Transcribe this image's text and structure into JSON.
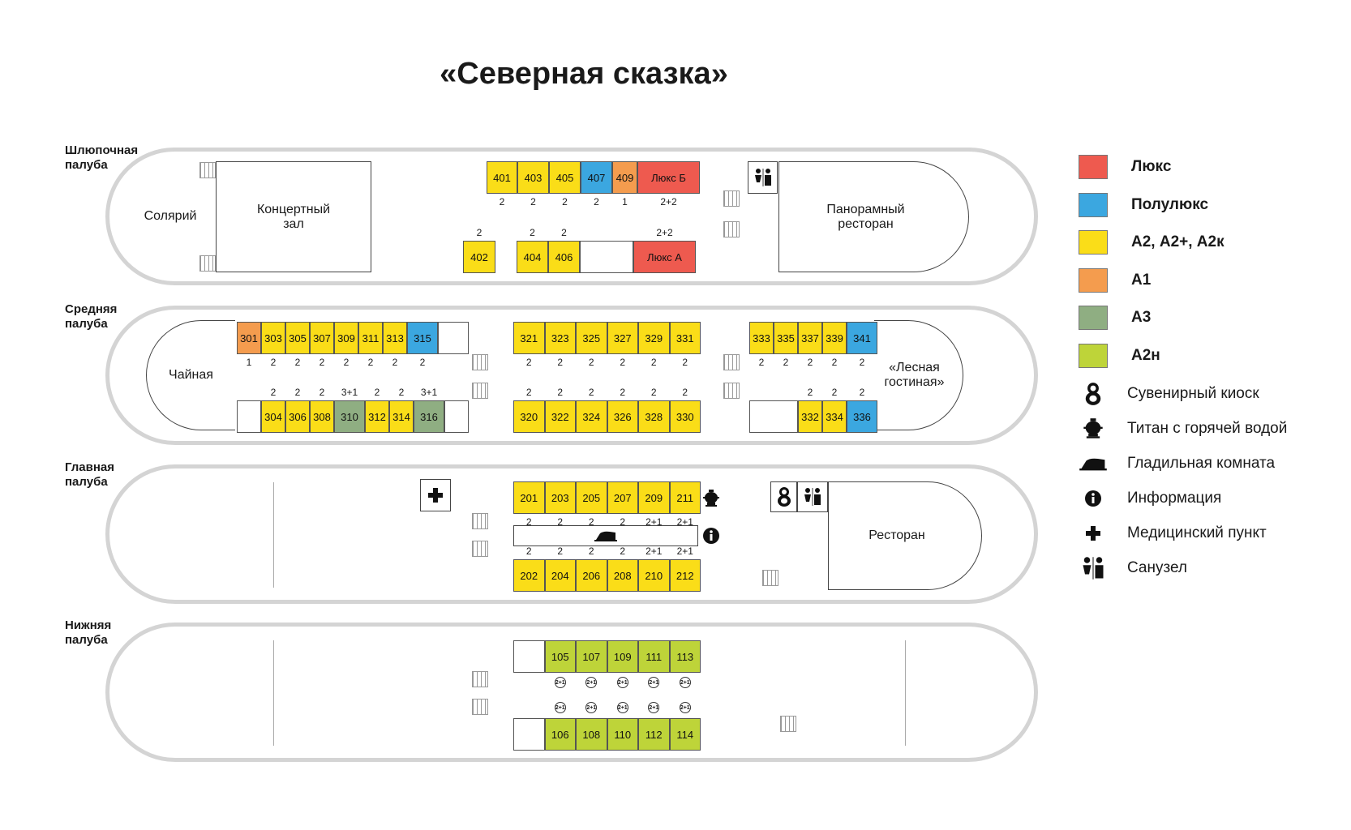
{
  "title": "«Северная сказка»",
  "colors": {
    "lux": "#ee5a4f",
    "semi_lux": "#3ba7e0",
    "a2": "#fadd18",
    "a1": "#f49c4e",
    "a3": "#8fae82",
    "a2n": "#bed439"
  },
  "decks": {
    "boat": {
      "label": "Шлюпочная палуба",
      "areas": {
        "solarium": "Солярий",
        "concert": "Концертный зал",
        "panoramic": "Панорамный ресторан"
      },
      "top_row": [
        {
          "num": "401",
          "cat": "a2",
          "berth": "2"
        },
        {
          "num": "403",
          "cat": "a2",
          "berth": "2"
        },
        {
          "num": "405",
          "cat": "a2",
          "berth": "2"
        },
        {
          "num": "407",
          "cat": "semi_lux",
          "berth": "2"
        },
        {
          "num": "409",
          "cat": "a1",
          "berth": "1"
        },
        {
          "num": "Люкс Б",
          "cat": "lux",
          "berth": "2+2"
        }
      ],
      "bottom_row": [
        {
          "num": "402",
          "cat": "a2",
          "berth": "2"
        },
        {
          "num": "404",
          "cat": "a2",
          "berth": "2"
        },
        {
          "num": "406",
          "cat": "a2",
          "berth": "2"
        },
        {
          "num": "",
          "cat": "none",
          "berth": ""
        },
        {
          "num": "Люкс А",
          "cat": "lux",
          "berth": "2+2"
        }
      ]
    },
    "middle": {
      "label": "Средняя палуба",
      "areas": {
        "tea": "Чайная",
        "forest": "«Лесная гостиная»"
      },
      "top_left": [
        {
          "num": "301",
          "cat": "a1",
          "berth": "1"
        },
        {
          "num": "303",
          "cat": "a2",
          "berth": "2"
        },
        {
          "num": "305",
          "cat": "a2",
          "berth": "2"
        },
        {
          "num": "307",
          "cat": "a2",
          "berth": "2"
        },
        {
          "num": "309",
          "cat": "a2",
          "berth": "2"
        },
        {
          "num": "311",
          "cat": "a2",
          "berth": "2"
        },
        {
          "num": "313",
          "cat": "a2",
          "berth": "2"
        },
        {
          "num": "315",
          "cat": "semi_lux",
          "berth": "2"
        },
        {
          "num": "",
          "cat": "none",
          "berth": ""
        }
      ],
      "bottom_left": [
        {
          "num": "",
          "cat": "none",
          "berth": ""
        },
        {
          "num": "304",
          "cat": "a2",
          "berth": "2"
        },
        {
          "num": "306",
          "cat": "a2",
          "berth": "2"
        },
        {
          "num": "308",
          "cat": "a2",
          "berth": "2"
        },
        {
          "num": "310",
          "cat": "a3",
          "berth": "3+1"
        },
        {
          "num": "312",
          "cat": "a2",
          "berth": "2"
        },
        {
          "num": "314",
          "cat": "a2",
          "berth": "2"
        },
        {
          "num": "316",
          "cat": "a3",
          "berth": "3+1"
        },
        {
          "num": "",
          "cat": "none",
          "berth": ""
        }
      ],
      "top_center": [
        {
          "num": "321",
          "cat": "a2",
          "berth": "2"
        },
        {
          "num": "323",
          "cat": "a2",
          "berth": "2"
        },
        {
          "num": "325",
          "cat": "a2",
          "berth": "2"
        },
        {
          "num": "327",
          "cat": "a2",
          "berth": "2"
        },
        {
          "num": "329",
          "cat": "a2",
          "berth": "2"
        },
        {
          "num": "331",
          "cat": "a2",
          "berth": "2"
        }
      ],
      "bottom_center": [
        {
          "num": "320",
          "cat": "a2",
          "berth": "2"
        },
        {
          "num": "322",
          "cat": "a2",
          "berth": "2"
        },
        {
          "num": "324",
          "cat": "a2",
          "berth": "2"
        },
        {
          "num": "326",
          "cat": "a2",
          "berth": "2"
        },
        {
          "num": "328",
          "cat": "a2",
          "berth": "2"
        },
        {
          "num": "330",
          "cat": "a2",
          "berth": "2"
        }
      ],
      "top_right": [
        {
          "num": "333",
          "cat": "a2",
          "berth": "2"
        },
        {
          "num": "335",
          "cat": "a2",
          "berth": "2"
        },
        {
          "num": "337",
          "cat": "a2",
          "berth": "2"
        },
        {
          "num": "339",
          "cat": "a2",
          "berth": "2"
        },
        {
          "num": "341",
          "cat": "semi_lux",
          "berth": "2"
        }
      ],
      "bottom_right": [
        {
          "num": "",
          "cat": "none",
          "berth": ""
        },
        {
          "num": "332",
          "cat": "a2",
          "berth": "2"
        },
        {
          "num": "334",
          "cat": "a2",
          "berth": "2"
        },
        {
          "num": "336",
          "cat": "semi_lux",
          "berth": "2"
        }
      ]
    },
    "main": {
      "label": "Главная палуба",
      "areas": {
        "restaurant": "Ресторан"
      },
      "top_row": [
        {
          "num": "201",
          "cat": "a2",
          "berth": "2"
        },
        {
          "num": "203",
          "cat": "a2",
          "berth": "2"
        },
        {
          "num": "205",
          "cat": "a2",
          "berth": "2"
        },
        {
          "num": "207",
          "cat": "a2",
          "berth": "2"
        },
        {
          "num": "209",
          "cat": "a2",
          "berth": "2+1"
        },
        {
          "num": "211",
          "cat": "a2",
          "berth": "2+1"
        }
      ],
      "bottom_row": [
        {
          "num": "202",
          "cat": "a2",
          "berth": "2"
        },
        {
          "num": "204",
          "cat": "a2",
          "berth": "2"
        },
        {
          "num": "206",
          "cat": "a2",
          "berth": "2"
        },
        {
          "num": "208",
          "cat": "a2",
          "berth": "2"
        },
        {
          "num": "210",
          "cat": "a2",
          "berth": "2+1"
        },
        {
          "num": "212",
          "cat": "a2",
          "berth": "2+1"
        }
      ]
    },
    "lower": {
      "label": "Нижняя палуба",
      "top_row": [
        {
          "num": "",
          "cat": "none",
          "berth": ""
        },
        {
          "num": "105",
          "cat": "a2n",
          "berth": "2+1"
        },
        {
          "num": "107",
          "cat": "a2n",
          "berth": "2+1"
        },
        {
          "num": "109",
          "cat": "a2n",
          "berth": "2+1"
        },
        {
          "num": "111",
          "cat": "a2n",
          "berth": "2+1"
        },
        {
          "num": "113",
          "cat": "a2n",
          "berth": "2+1"
        }
      ],
      "bottom_row": [
        {
          "num": "",
          "cat": "none",
          "berth": ""
        },
        {
          "num": "106",
          "cat": "a2n",
          "berth": "2+1"
        },
        {
          "num": "108",
          "cat": "a2n",
          "berth": "2+1"
        },
        {
          "num": "110",
          "cat": "a2n",
          "berth": "2+1"
        },
        {
          "num": "112",
          "cat": "a2n",
          "berth": "2+1"
        },
        {
          "num": "114",
          "cat": "a2n",
          "berth": "2+1"
        }
      ]
    }
  },
  "legend": {
    "categories": [
      {
        "label": "Люкс",
        "cat": "lux"
      },
      {
        "label": "Полулюкс",
        "cat": "semi_lux"
      },
      {
        "label": "А2, А2+, А2к",
        "cat": "a2"
      },
      {
        "label": "А1",
        "cat": "a1"
      },
      {
        "label": "А3",
        "cat": "a3"
      },
      {
        "label": "А2н",
        "cat": "a2n"
      }
    ],
    "icons": [
      {
        "label": "Сувенирный киоск",
        "icon": "souvenir-kiosk-icon"
      },
      {
        "label": "Титан с горячей водой",
        "icon": "samovar-icon"
      },
      {
        "label": "Гладильная комната",
        "icon": "iron-icon"
      },
      {
        "label": "Информация",
        "icon": "info-icon"
      },
      {
        "label": "Медицинский пункт",
        "icon": "medical-cross-icon"
      },
      {
        "label": "Санузел",
        "icon": "toilet-icon"
      }
    ]
  }
}
